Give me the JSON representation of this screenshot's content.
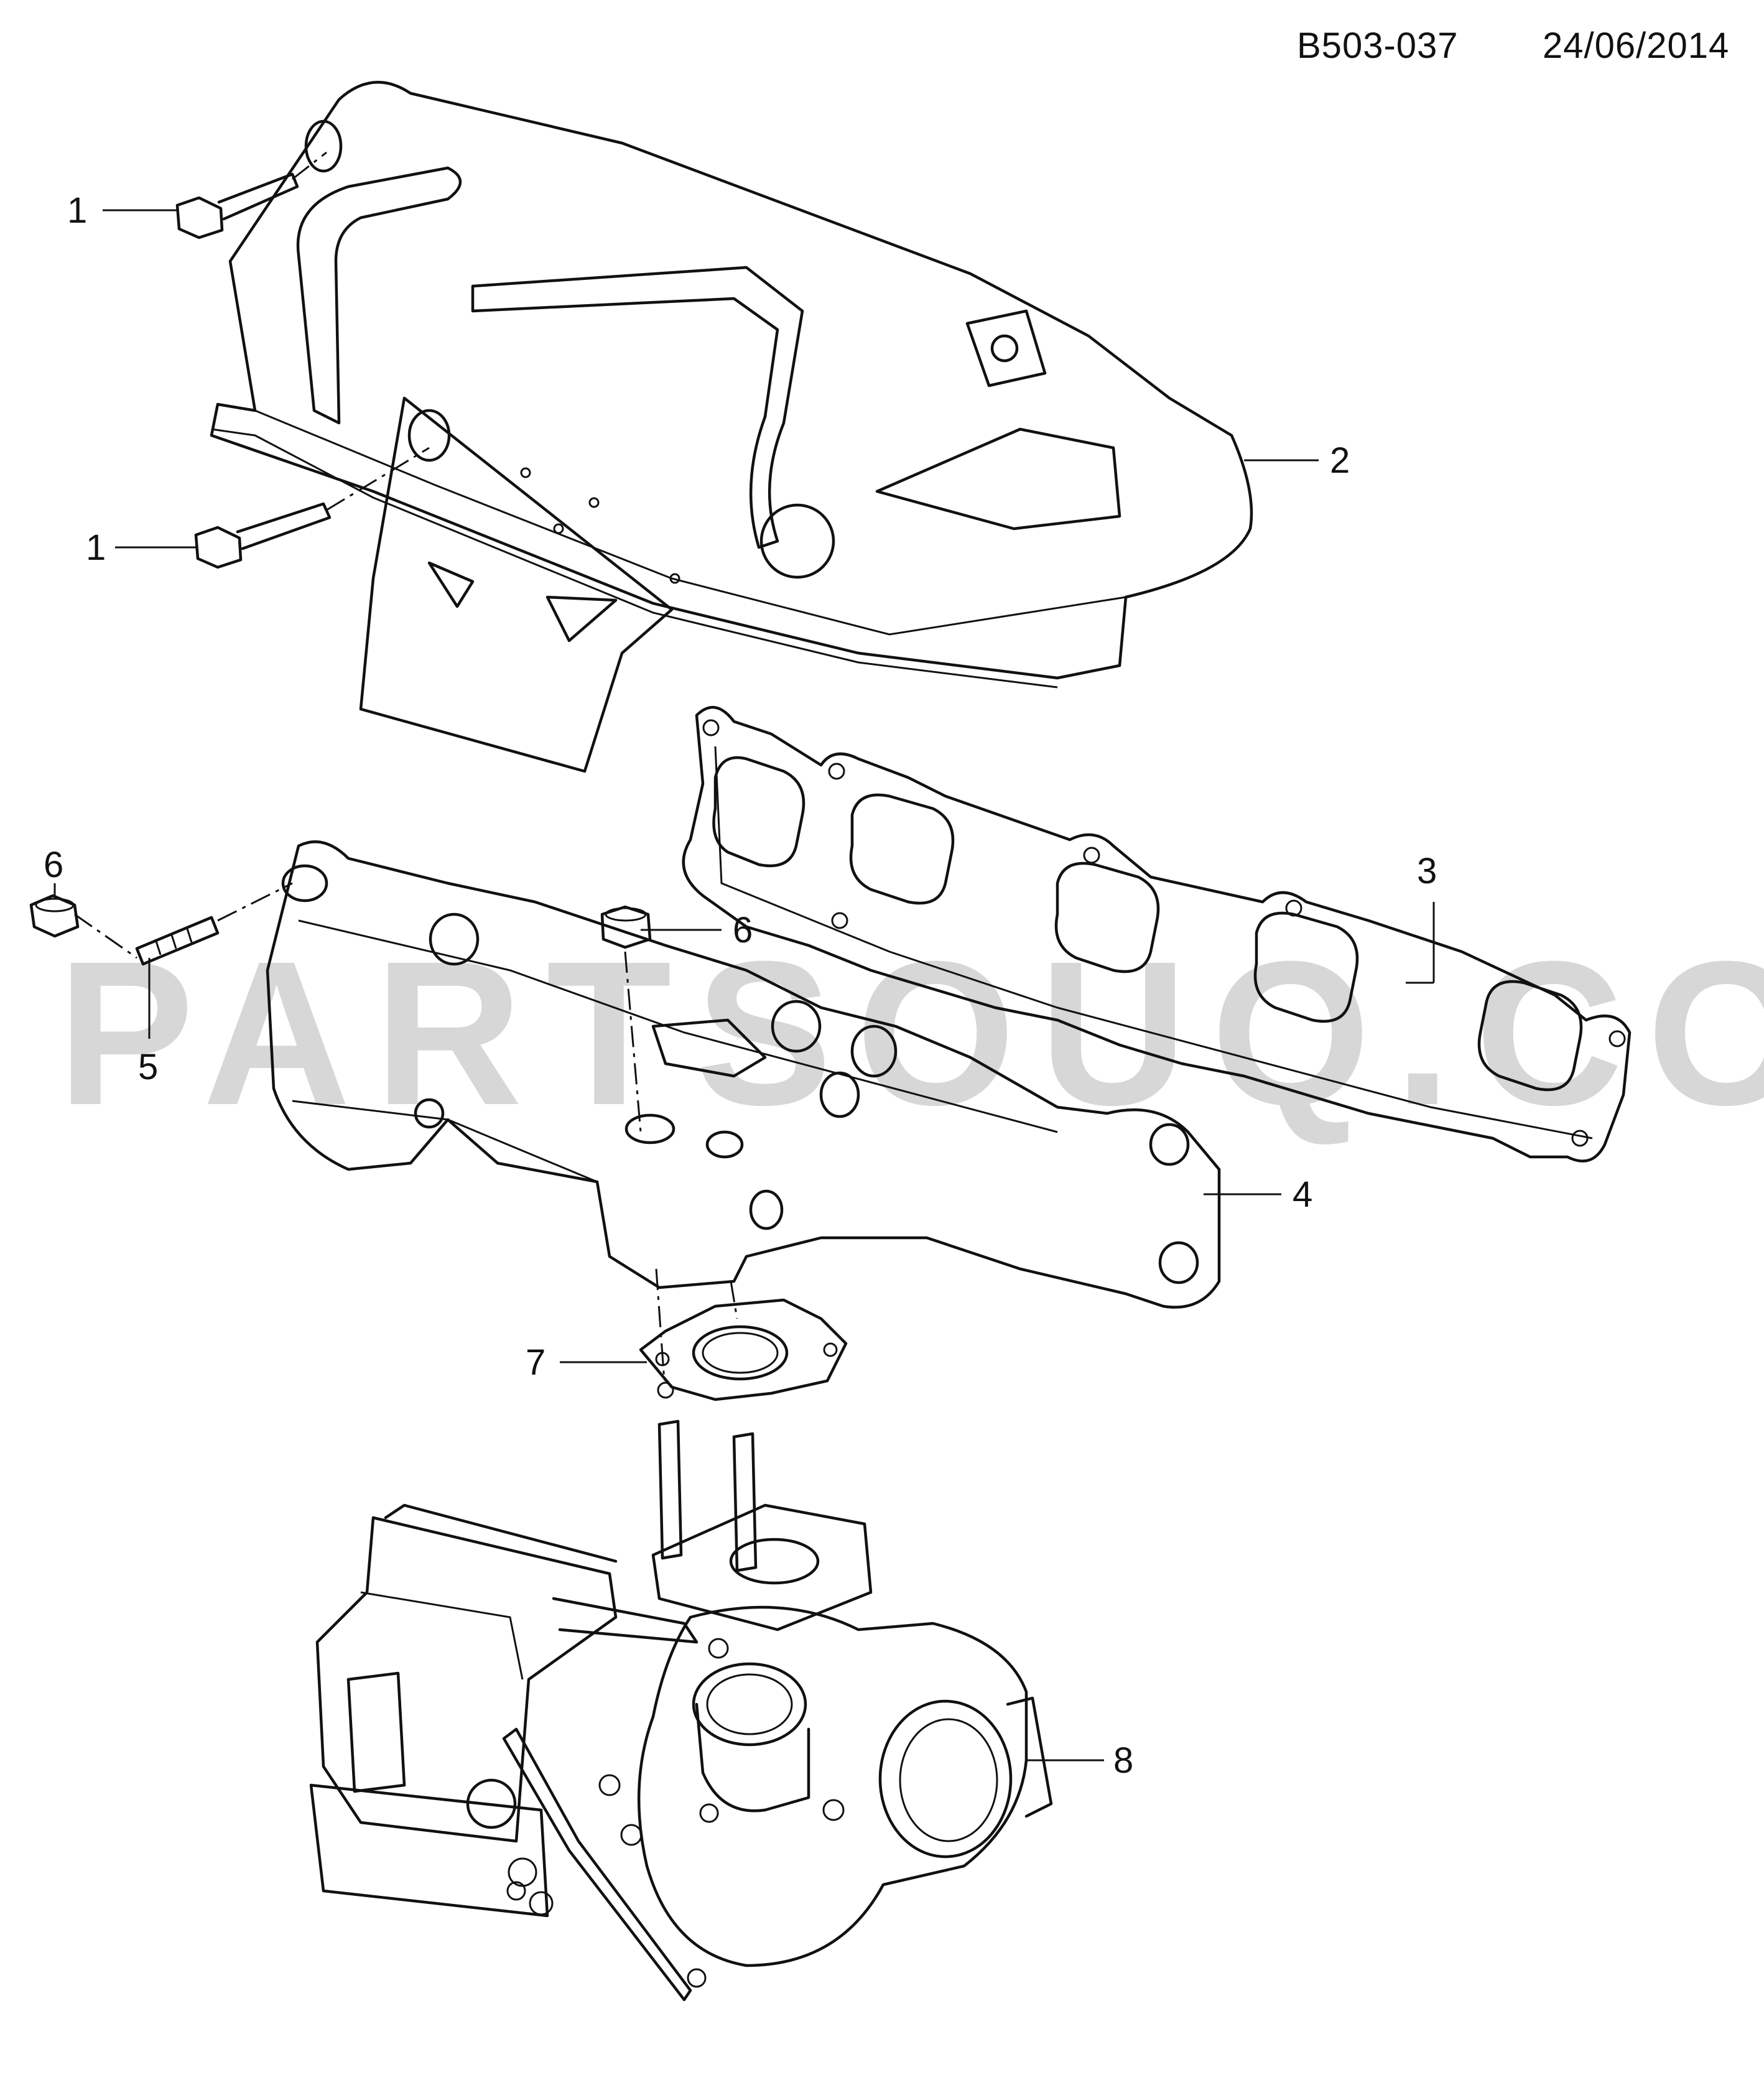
{
  "header": {
    "code": "B503-037",
    "date": "24/06/2014"
  },
  "watermark": "PARTSOUQ.COM",
  "callouts": {
    "c1a": "1",
    "c1b": "1",
    "c2": "2",
    "c3": "3",
    "c4": "4",
    "c5": "5",
    "c6a": "6",
    "c6b": "6",
    "c7": "7",
    "c8": "8"
  },
  "parts": [
    {
      "ref": "1",
      "icon": "flange-bolt-icon"
    },
    {
      "ref": "2",
      "icon": "heat-shield-icon"
    },
    {
      "ref": "3",
      "icon": "manifold-gasket-icon"
    },
    {
      "ref": "4",
      "icon": "exhaust-manifold-icon"
    },
    {
      "ref": "5",
      "icon": "stud-icon"
    },
    {
      "ref": "6",
      "icon": "flange-nut-icon"
    },
    {
      "ref": "7",
      "icon": "turbo-gasket-icon"
    },
    {
      "ref": "8",
      "icon": "turbocharger-icon"
    }
  ]
}
